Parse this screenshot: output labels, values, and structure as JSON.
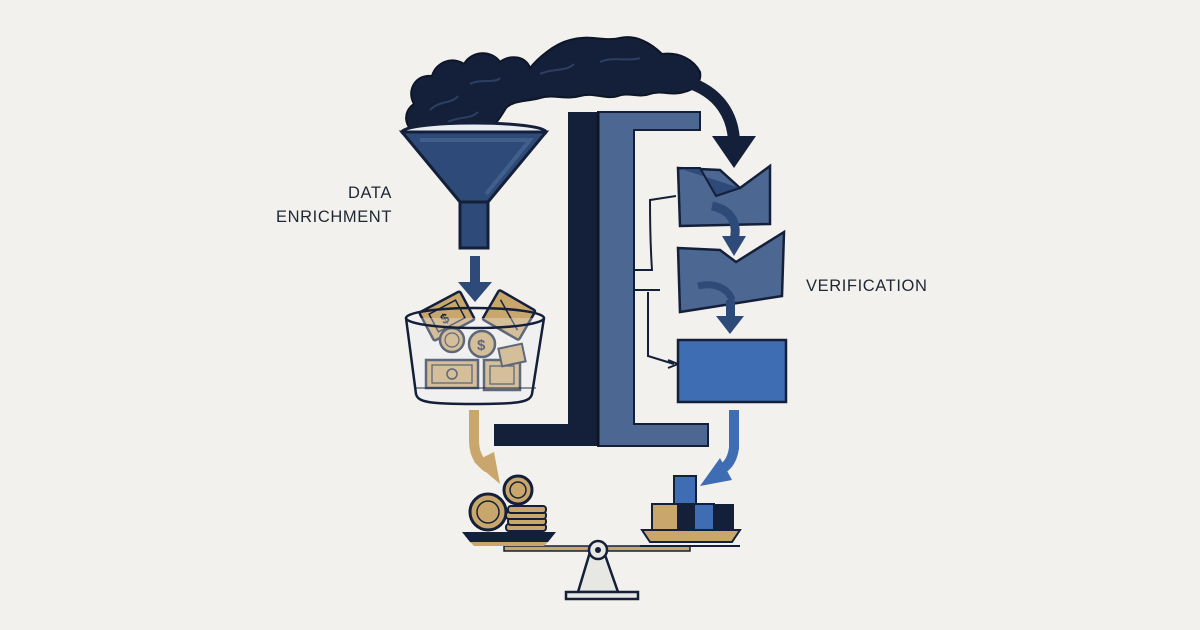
{
  "labels": {
    "data_enrichment_line1": "DATA",
    "data_enrichment_line2": "ENRICHMENT",
    "verification": "VERIFICATION"
  },
  "bill_symbol": "$",
  "icons": [
    "cloud-icon",
    "funnel-icon",
    "arrow-down-icon",
    "glass-bowl-icon",
    "money-bill-icon",
    "coin-icon",
    "l-shaped-pillar-icon",
    "document-icon",
    "curved-arrow-icon",
    "blue-block-icon",
    "coin-stack-icon",
    "cube-stack-icon",
    "balance-scale-icon"
  ],
  "colors": {
    "background": "#f2f1ed",
    "navy": "#14203a",
    "dark_blue": "#2e4a78",
    "slate_blue": "#4c6791",
    "mid_blue": "#3f6db3",
    "gold": "#c9a66b",
    "ink": "#1f2733"
  }
}
